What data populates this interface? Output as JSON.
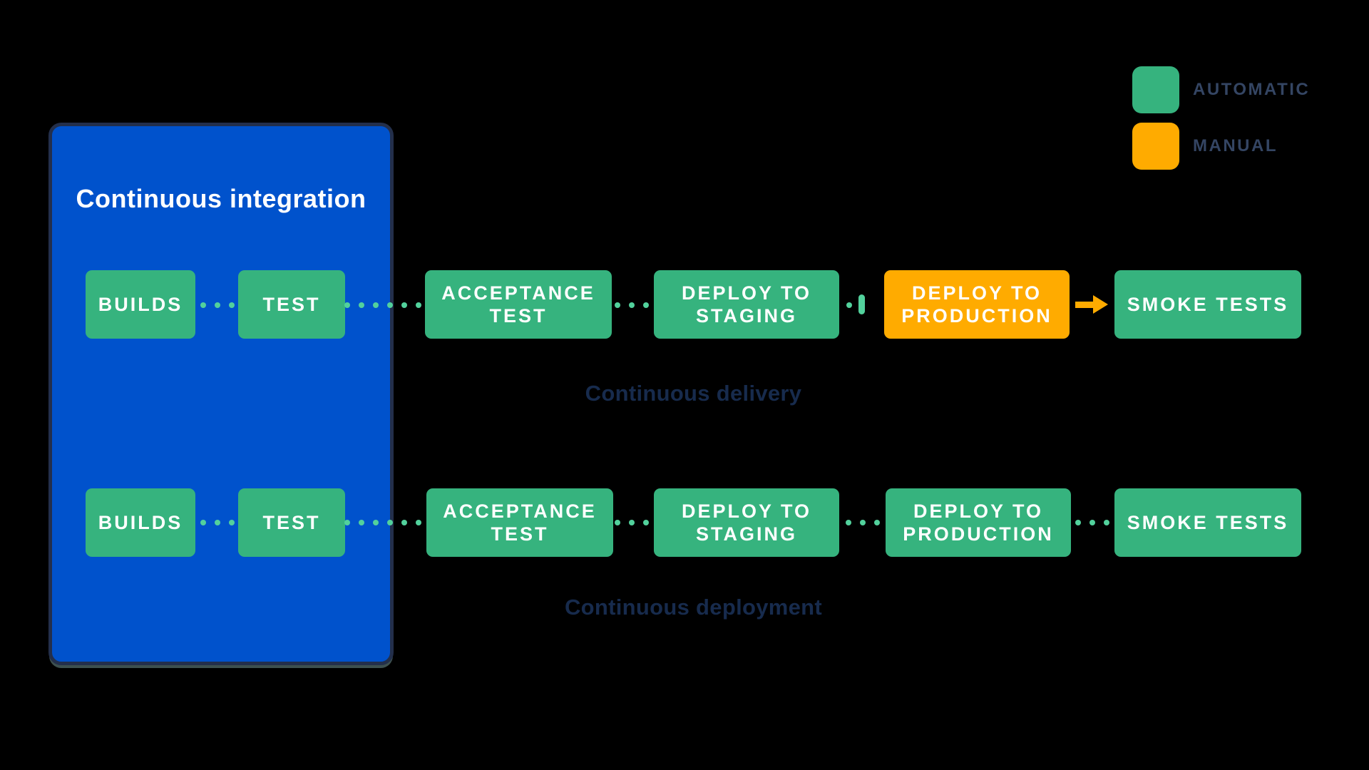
{
  "diagram_title": "CI/CD pipeline diagram",
  "ci": {
    "title": "Continuous integration"
  },
  "legend": {
    "items": [
      {
        "label": "AUTOMATIC",
        "color": "#36B37E"
      },
      {
        "label": "MANUAL",
        "color": "#FFAB00"
      }
    ]
  },
  "pipelines": [
    {
      "caption": "Continuous delivery",
      "steps": [
        {
          "label": "BUILDS",
          "type": "automatic"
        },
        {
          "label": "TEST",
          "type": "automatic"
        },
        {
          "label": "ACCEPTANCE TEST",
          "type": "automatic"
        },
        {
          "label": "DEPLOY TO STAGING",
          "type": "automatic"
        },
        {
          "label": "DEPLOY TO PRODUCTION",
          "type": "manual"
        },
        {
          "label": "SMOKE TESTS",
          "type": "automatic"
        }
      ]
    },
    {
      "caption": "Continuous deployment",
      "steps": [
        {
          "label": "BUILDS",
          "type": "automatic"
        },
        {
          "label": "TEST",
          "type": "automatic"
        },
        {
          "label": "ACCEPTANCE TEST",
          "type": "automatic"
        },
        {
          "label": "DEPLOY TO STAGING",
          "type": "automatic"
        },
        {
          "label": "DEPLOY TO PRODUCTION",
          "type": "automatic"
        },
        {
          "label": "SMOKE TESTS",
          "type": "automatic"
        }
      ]
    }
  ],
  "colors": {
    "background": "#000000",
    "ci_fill": "#0052CC",
    "ci_border": "#232F4B",
    "automatic": "#36B37E",
    "manual": "#FFAB00",
    "connector_dot": "#52D19C",
    "caption_text": "#172B4D",
    "legend_text": "#344563",
    "step_text": "#FFFFFF"
  }
}
